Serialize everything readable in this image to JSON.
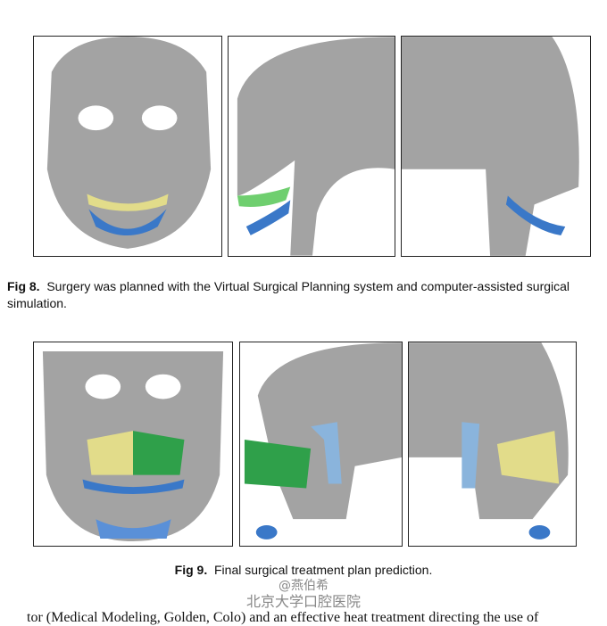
{
  "fig8": {
    "label": "Fig 8.",
    "caption": "Surgery was planned with the Virtual Surgical Planning system and computer-assisted surgical simulation."
  },
  "fig9": {
    "label": "Fig 9.",
    "caption": "Final surgical treatment plan prediction."
  },
  "watermark": {
    "line1": "@燕伯希",
    "line2": "北京大学口腔医院"
  },
  "body_text": "tor (Medical Modeling, Golden, Colo) and an effective heat treatment directing the use of",
  "colors": {
    "bone": "#9a9a9a",
    "blue": "#3a78c8",
    "green": "#2fa04a",
    "yellow": "#e2dc8a",
    "lightblue": "#8ab4dc"
  }
}
